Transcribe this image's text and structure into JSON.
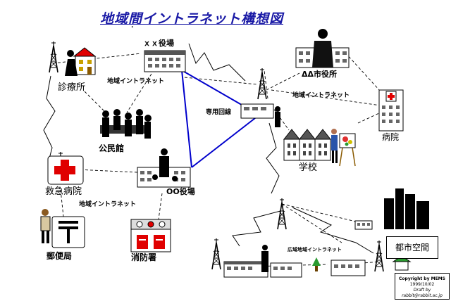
{
  "title": "地域間イントラネット構想図",
  "labels": {
    "xx_office": "ｘｘ役場",
    "aa_office": "ΔΔ市役所",
    "oo_office": "OO役場",
    "clinic": "診療所",
    "community_hall": "公民館",
    "emergency_hospital": "救急病院",
    "post_office": "郵便局",
    "fire_station": "消防署",
    "school": "学校",
    "hospital": "病院",
    "city_space": "都市空間",
    "net_top_left": "地域イントラネット",
    "net_top_right": "地域イントラネット",
    "net_left": "地域イントラネット",
    "dedicated_line": "専用回線",
    "wide_area_net": "広域地域イントラネット",
    "dot": "."
  },
  "copyright": {
    "line1": "Copyright by MEMS",
    "line2": "1999/10/02",
    "line3": "Draft by rabbit@rabbit.ac.jp"
  },
  "icons": {
    "tower": "radio-tower-icon",
    "building": "office-building-icon",
    "red_cross": "red-cross-icon",
    "postal_mark": "postal-mark-icon"
  },
  "colors": {
    "title": "#1a1aa6",
    "dedicated_line": "#0000cc",
    "red": "#e00000"
  }
}
